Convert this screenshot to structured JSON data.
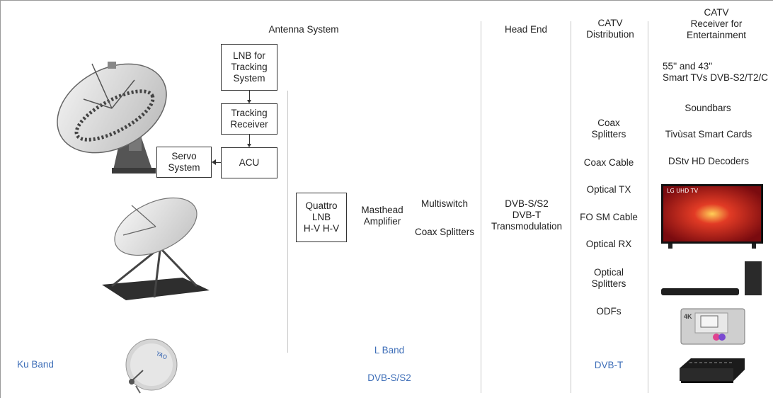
{
  "sections": {
    "antenna": "Antenna System",
    "head_end": "Head End",
    "distribution": "CATV\nDistribution",
    "receiver": "CATV\nReceiver for\nEntertainment"
  },
  "antenna_boxes": {
    "lnb_tracking": "LNB for\nTracking\nSystem",
    "tracking_receiver": "Tracking\nReceiver",
    "acu": "ACU",
    "servo": "Servo\nSystem",
    "quattro": "Quattro\nLNB\nH-V H-V"
  },
  "signal_chain": {
    "masthead": "Masthead\nAmplifier",
    "multiswitch": "Multiswitch",
    "coax_splitters": "Coax Splitters",
    "head_end_text": "DVB-S/S2\nDVB-T\nTransmodulation"
  },
  "distribution_items": [
    "Coax\nSplitters",
    "Coax Cable",
    "Optical TX",
    "FO SM Cable",
    "Optical RX",
    "Optical\nSplitters",
    "ODFs"
  ],
  "receiver_items": [
    "55'' and 43''\nSmart TVs DVB-S2/T2/C",
    "Soundbars",
    "Tivùsat Smart Cards",
    "DStv HD Decoders"
  ],
  "bands": {
    "ku": "Ku Band",
    "l": "L Band",
    "dvbs": "DVB-S/S2",
    "dvbt": "DVB-T"
  },
  "tv_brand": "LG UHD TV",
  "cam_label": "4K",
  "dish_logo": "YAO",
  "colors": {
    "band_text": "#3f6fb8",
    "divider": "#c8c8c8"
  }
}
